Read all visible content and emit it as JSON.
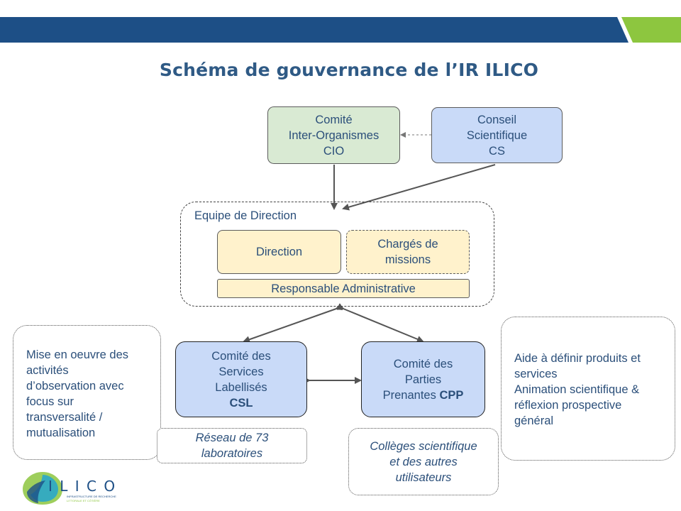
{
  "title": "Schéma de gouvernance de l’IR ILICO",
  "cio": {
    "line1": "Comité",
    "line2": "Inter-Organismes",
    "line3": "CIO"
  },
  "cs": {
    "line1": "Conseil",
    "line2": "Scientifique",
    "line3": "CS"
  },
  "equipe": {
    "label": "Equipe de Direction",
    "direction": "Direction",
    "charges_line1": "Chargés de",
    "charges_line2": "missions",
    "responsable": "Responsable Administrative"
  },
  "csl": {
    "line1": "Comité des",
    "line2": "Services",
    "line3": "Labellisés",
    "line4": "CSL"
  },
  "cpp": {
    "line1": "Comité des",
    "line2": "Parties",
    "line3_text": "Prenantes ",
    "line3_bold": "CPP"
  },
  "left_note": {
    "lines": [
      "Mise en oeuvre des",
      "activités",
      "d’observation avec",
      "focus sur",
      "transversalité /",
      "mutualisation"
    ]
  },
  "right_note": {
    "lines": [
      "Aide à définir produits et",
      "services",
      "Animation scientifique &",
      "réflexion prospective",
      "général"
    ]
  },
  "reseau": {
    "line1": "Réseau de 73",
    "line2": "laboratoires"
  },
  "colleges": {
    "line1": "Collèges scientifique",
    "line2": "et des autres",
    "line3": "utilisateurs"
  },
  "logo": {
    "text": "I L I C O",
    "subtitle1": "INFRASTRUCTURE DE RECHERCHE",
    "subtitle2": "LITTORALE ET CÔTIÈRE"
  },
  "colors": {
    "banner_blue": "#1d4f86",
    "banner_green": "#8dc63f",
    "title": "#2f5a85"
  }
}
